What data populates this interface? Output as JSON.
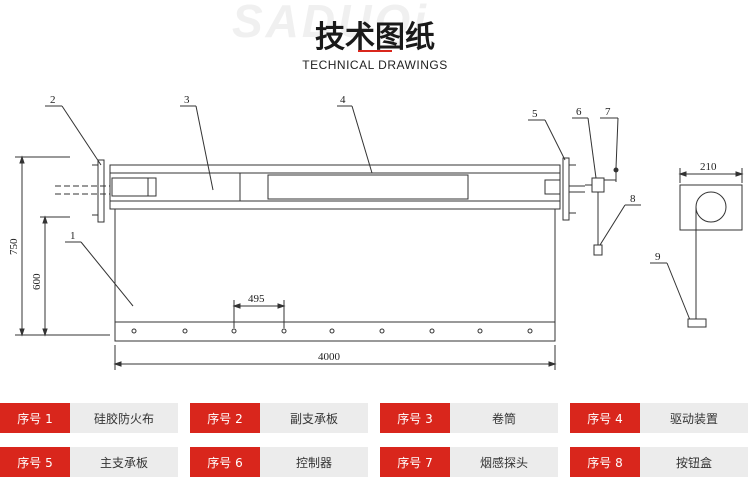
{
  "header": {
    "watermark": "SADUQi",
    "title": "技术图纸",
    "subtitle": "TECHNICAL DRAWINGS"
  },
  "drawing": {
    "callouts": [
      "1",
      "2",
      "3",
      "4",
      "5",
      "6",
      "7",
      "8",
      "9"
    ],
    "dimensions": {
      "total_height": "750",
      "curtain_height": "600",
      "overall_length": "4000",
      "hole_spacing": "495",
      "box_width": "210"
    }
  },
  "legend": [
    {
      "tag": "序号 1",
      "name": "硅胶防火布"
    },
    {
      "tag": "序号 2",
      "name": "副支承板"
    },
    {
      "tag": "序号 3",
      "name": "卷筒"
    },
    {
      "tag": "序号 4",
      "name": "驱动装置"
    },
    {
      "tag": "序号 5",
      "name": "主支承板"
    },
    {
      "tag": "序号 6",
      "name": "控制器"
    },
    {
      "tag": "序号 7",
      "name": "烟感探头"
    },
    {
      "tag": "序号 8",
      "name": "按钮盒"
    }
  ],
  "colors": {
    "accent": "#d9261c",
    "cell_bg": "#ececec"
  }
}
